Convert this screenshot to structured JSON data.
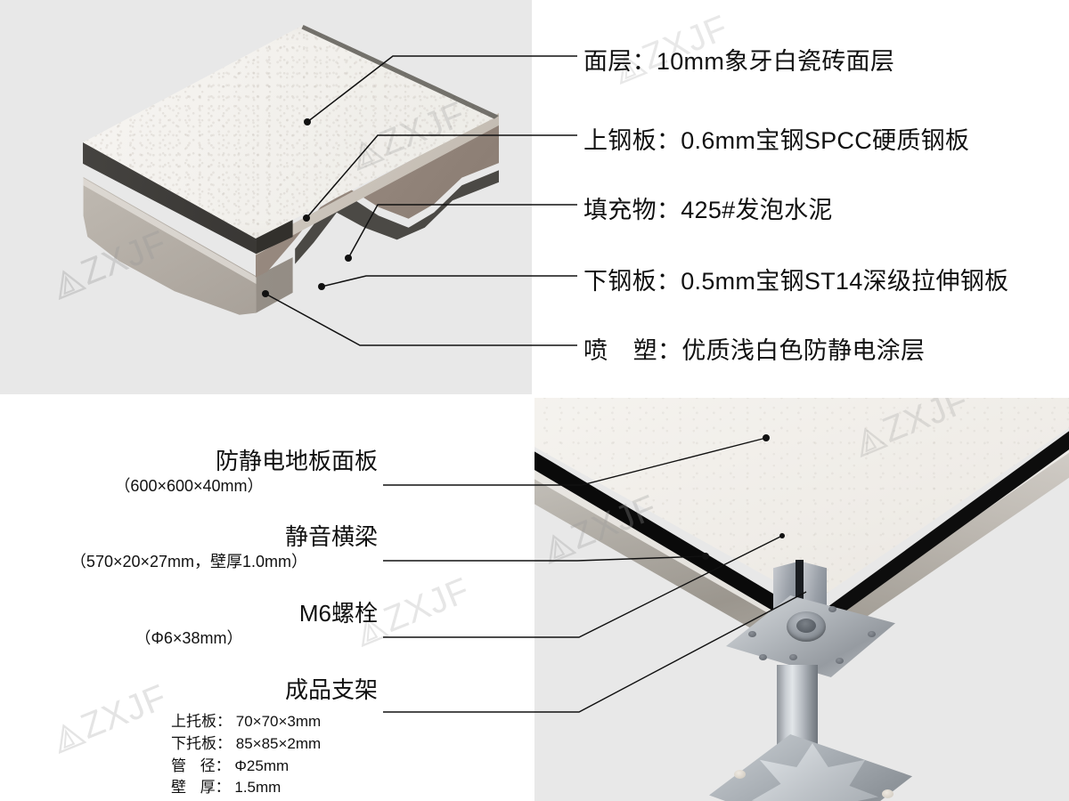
{
  "watermark": {
    "text": "ZXJF",
    "logo": "triangle-logo-icon"
  },
  "top_section": {
    "photo_alt": "raised-floor-panel-cutaway",
    "labels": [
      {
        "id": "surface-layer",
        "name": "面层：",
        "value": "10mm象牙白瓷砖面层"
      },
      {
        "id": "upper-steel-plate",
        "name": "上钢板：",
        "value": "0.6mm宝钢SPCC硬质钢板"
      },
      {
        "id": "filler",
        "name": "填充物：",
        "value": "425#发泡水泥"
      },
      {
        "id": "lower-steel-plate",
        "name": "下钢板：",
        "value": "0.5mm宝钢ST14深级拉伸钢板"
      },
      {
        "id": "spray-coating",
        "name_a": "喷",
        "name_b": "塑：",
        "value": "优质浅白色防静电涂层"
      }
    ]
  },
  "bottom_section": {
    "photo_alt": "floor-panel-corner-with-pedestal",
    "labels": [
      {
        "id": "floor-panel",
        "main": "防静电地板面板",
        "sub": "（600×600×40mm）"
      },
      {
        "id": "silent-stringer",
        "main": "静音横梁",
        "sub": "（570×20×27mm，壁厚1.0mm）"
      },
      {
        "id": "m6-bolt",
        "main": "M6螺栓",
        "sub": "（Φ6×38mm）"
      },
      {
        "id": "pedestal",
        "main": "成品支架",
        "sub": ""
      }
    ],
    "pedestal_specs": [
      {
        "key": "上托板：",
        "value": "70×70×3mm"
      },
      {
        "key": "下托板：",
        "value": "85×85×2mm"
      },
      {
        "key_a": "管",
        "key_b": "径：",
        "value": "Φ25mm"
      },
      {
        "key_a": "壁",
        "key_b": "厚：",
        "value": "1.5mm"
      }
    ]
  },
  "colors": {
    "background": "#ffffff",
    "photo_background": "#e8e8e8",
    "tile": "#f3f1ed",
    "dark_trim": "#35332f",
    "cement_core": "#9c9087",
    "steel": "#b8b2aa",
    "leader_line": "#111111",
    "text": "#111111"
  }
}
